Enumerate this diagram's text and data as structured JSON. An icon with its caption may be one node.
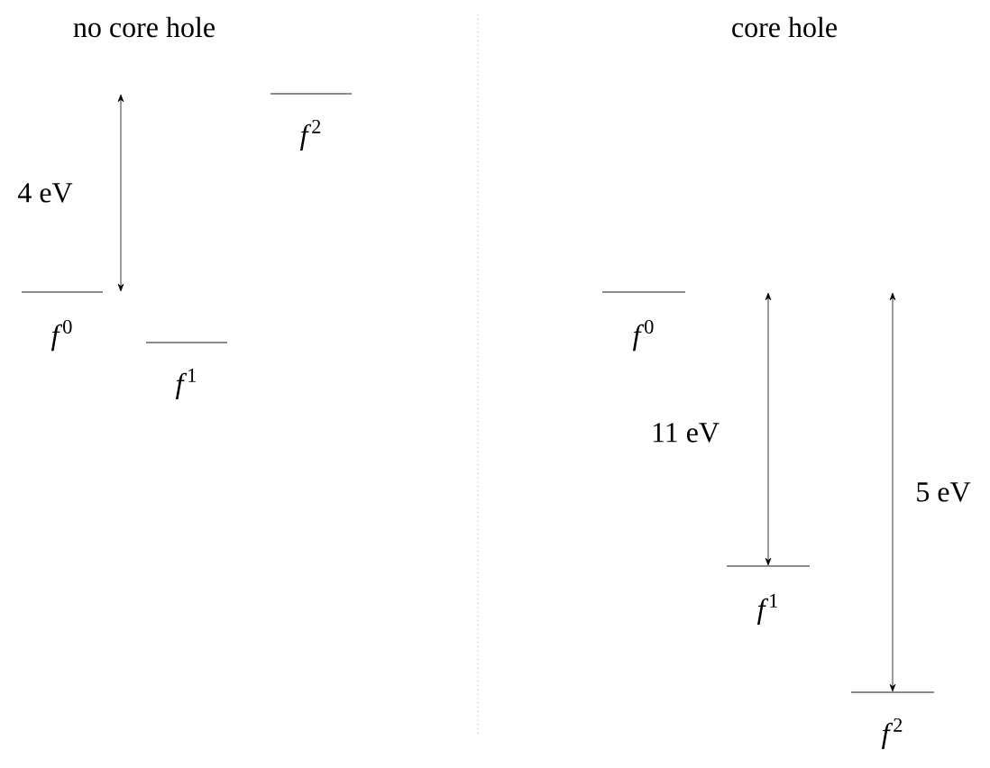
{
  "diagram": {
    "nodes": [
      {
        "text": [
          "*f*$^{0}$"
        ]
      },
      {
        "text": [
          "*f*$^{1}$"
        ]
      },
      {
        "text": [
          "*f*$^{2}$"
        ]
      },
      {
        "text": [
          "*f*$^{0}$"
        ]
      },
      {
        "text": [
          "*f*$^{1}$"
        ]
      },
      {
        "text": [
          "*f*$^{2}$"
        ]
      }
    ],
    "labels": [
      "no core hole",
      "core hole",
      "4 eV",
      "11 eV",
      "5 eV"
    ]
  }
}
